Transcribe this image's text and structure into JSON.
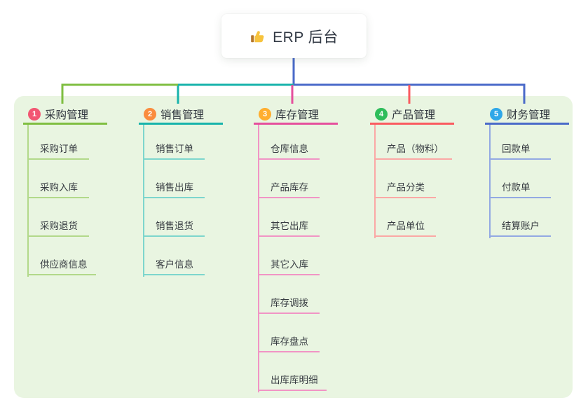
{
  "root": {
    "icon": "thumbs-up",
    "title": "ERP 后台"
  },
  "colors": {
    "panel_bg": "#e9f5e1",
    "root_connector": "#4a6ac9",
    "node_bg": "#ffffff",
    "title_text": "#333a45",
    "thumb_hand": "#f7c33d",
    "thumb_cuff": "#b5762a"
  },
  "branches": [
    {
      "number": "1",
      "label": "采购管理",
      "badge_color": "#f25672",
      "line_color": "#7fbe41",
      "child_line_color": "#b2d98a",
      "children": [
        "采购订单",
        "采购入库",
        "采购退货",
        "供应商信息"
      ]
    },
    {
      "number": "2",
      "label": "销售管理",
      "badge_color": "#fa8c3e",
      "line_color": "#17b3ab",
      "child_line_color": "#7dd6cd",
      "children": [
        "销售订单",
        "销售出库",
        "销售退货",
        "客户信息"
      ]
    },
    {
      "number": "3",
      "label": "库存管理",
      "badge_color": "#ffae2e",
      "line_color": "#e54f9d",
      "child_line_color": "#f194c5",
      "children": [
        "仓库信息",
        "产品库存",
        "其它出库",
        "其它入库",
        "库存调拨",
        "库存盘点",
        "出库库明细"
      ]
    },
    {
      "number": "4",
      "label": "产品管理",
      "badge_color": "#2ebd5b",
      "line_color": "#fa5a5f",
      "child_line_color": "#fba8a5",
      "children": [
        "产品（物料）",
        "产品分类",
        "产品单位"
      ]
    },
    {
      "number": "5",
      "label": "财务管理",
      "badge_color": "#2ea7e8",
      "line_color": "#4a6ac9",
      "child_line_color": "#93a9e3",
      "children": [
        "回款单",
        "付款单",
        "结算账户"
      ]
    }
  ]
}
